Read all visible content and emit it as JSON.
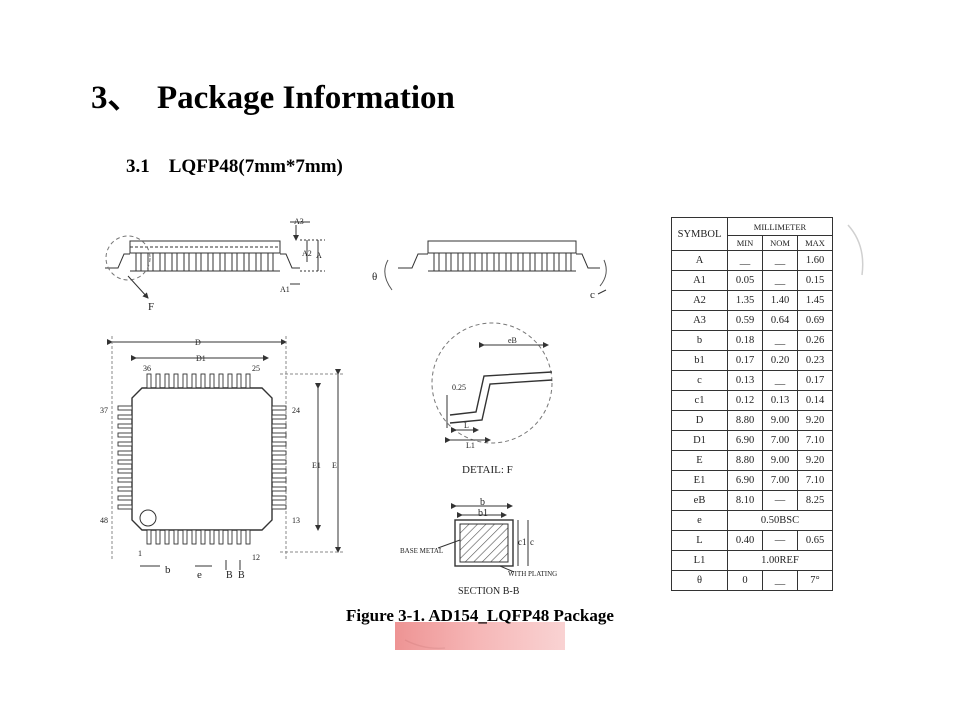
{
  "section": {
    "number": "3、",
    "title": "Package Information"
  },
  "subsection": {
    "number": "3.1",
    "title": "LQFP48(7mm*7mm)"
  },
  "figure_caption": "Figure 3-1. AD154_LQFP48 Package",
  "drawing_labels": {
    "side": {
      "A3": "A3",
      "A2": "A2",
      "A": "A",
      "A1": "A1",
      "F": "F",
      "theta": "θ",
      "c": "c"
    },
    "top": {
      "D": "D",
      "D1": "D1",
      "E1": "E1",
      "E": "E",
      "pin36": "36",
      "pin25": "25",
      "pin37": "37",
      "pin24": "24",
      "pin48": "48",
      "pin13": "13",
      "pin1": "1",
      "pin12": "12",
      "b": "b",
      "e": "e",
      "B1": "B",
      "B2": "B"
    },
    "detail": {
      "eB": "eB",
      "v025": "0.25",
      "L": "L",
      "L1": "L1",
      "title": "DETAIL:  F"
    },
    "section": {
      "b": "b",
      "b1": "b1",
      "c1": "c1",
      "c": "c",
      "base_metal": "BASE METAL",
      "with_plating": "WITH PLATING",
      "title": "SECTION B-B"
    }
  },
  "table": {
    "header_symbol": "SYMBOL",
    "header_unit": "MILLIMETER",
    "header_cols": [
      "MIN",
      "NOM",
      "MAX"
    ],
    "rows": [
      {
        "symbol": "A",
        "min": "__",
        "nom": "__",
        "max": "1.60"
      },
      {
        "symbol": "A1",
        "min": "0.05",
        "nom": "__",
        "max": "0.15"
      },
      {
        "symbol": "A2",
        "min": "1.35",
        "nom": "1.40",
        "max": "1.45"
      },
      {
        "symbol": "A3",
        "min": "0.59",
        "nom": "0.64",
        "max": "0.69"
      },
      {
        "symbol": "b",
        "min": "0.18",
        "nom": "__",
        "max": "0.26"
      },
      {
        "symbol": "b1",
        "min": "0.17",
        "nom": "0.20",
        "max": "0.23"
      },
      {
        "symbol": "c",
        "min": "0.13",
        "nom": "__",
        "max": "0.17"
      },
      {
        "symbol": "c1",
        "min": "0.12",
        "nom": "0.13",
        "max": "0.14"
      },
      {
        "symbol": "D",
        "min": "8.80",
        "nom": "9.00",
        "max": "9.20"
      },
      {
        "symbol": "D1",
        "min": "6.90",
        "nom": "7.00",
        "max": "7.10"
      },
      {
        "symbol": "E",
        "min": "8.80",
        "nom": "9.00",
        "max": "9.20"
      },
      {
        "symbol": "E1",
        "min": "6.90",
        "nom": "7.00",
        "max": "7.10"
      },
      {
        "symbol": "eB",
        "min": "8.10",
        "nom": "—",
        "max": "8.25"
      },
      {
        "symbol": "e",
        "merged": "0.50BSC"
      },
      {
        "symbol": "L",
        "min": "0.40",
        "nom": "—",
        "max": "0.65"
      },
      {
        "symbol": "L1",
        "merged": "1.00REF"
      },
      {
        "symbol": "θ",
        "min": "0",
        "nom": "__",
        "max": "7°"
      }
    ]
  },
  "colors": {
    "line": "#333333",
    "watermark": "#e87070",
    "hatch": "#555555"
  }
}
